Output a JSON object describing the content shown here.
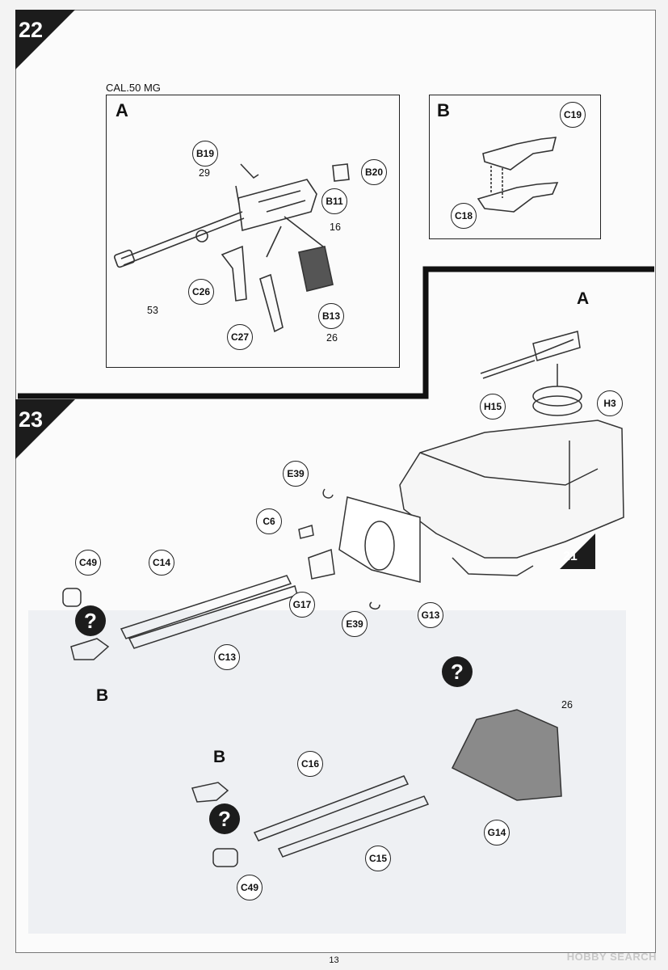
{
  "step22": {
    "number": "22",
    "panel_a": {
      "title": "CAL.50 MG",
      "letter": "A",
      "parts": [
        "B19",
        "B20",
        "B11",
        "C26",
        "C27",
        "B13"
      ],
      "numbers": [
        "29",
        "16",
        "53",
        "26"
      ]
    },
    "panel_b": {
      "letter": "B",
      "parts": [
        "C19",
        "C18"
      ]
    }
  },
  "step23": {
    "number": "23",
    "upper": {
      "letter": "A",
      "parts": [
        "H15",
        "H3",
        "E39",
        "C6",
        "C49",
        "C14",
        "G17",
        "E39",
        "G13",
        "C13"
      ],
      "ref_step": "21",
      "question": "?",
      "option_letter": "B"
    },
    "lower": {
      "question_1": "?",
      "number": "26",
      "letter": "B",
      "parts": [
        "C16",
        "G14",
        "C15",
        "C49"
      ],
      "question_2": "?"
    }
  },
  "footer": {
    "page_number": "13",
    "watermark": "HOBBY SEARCH"
  }
}
